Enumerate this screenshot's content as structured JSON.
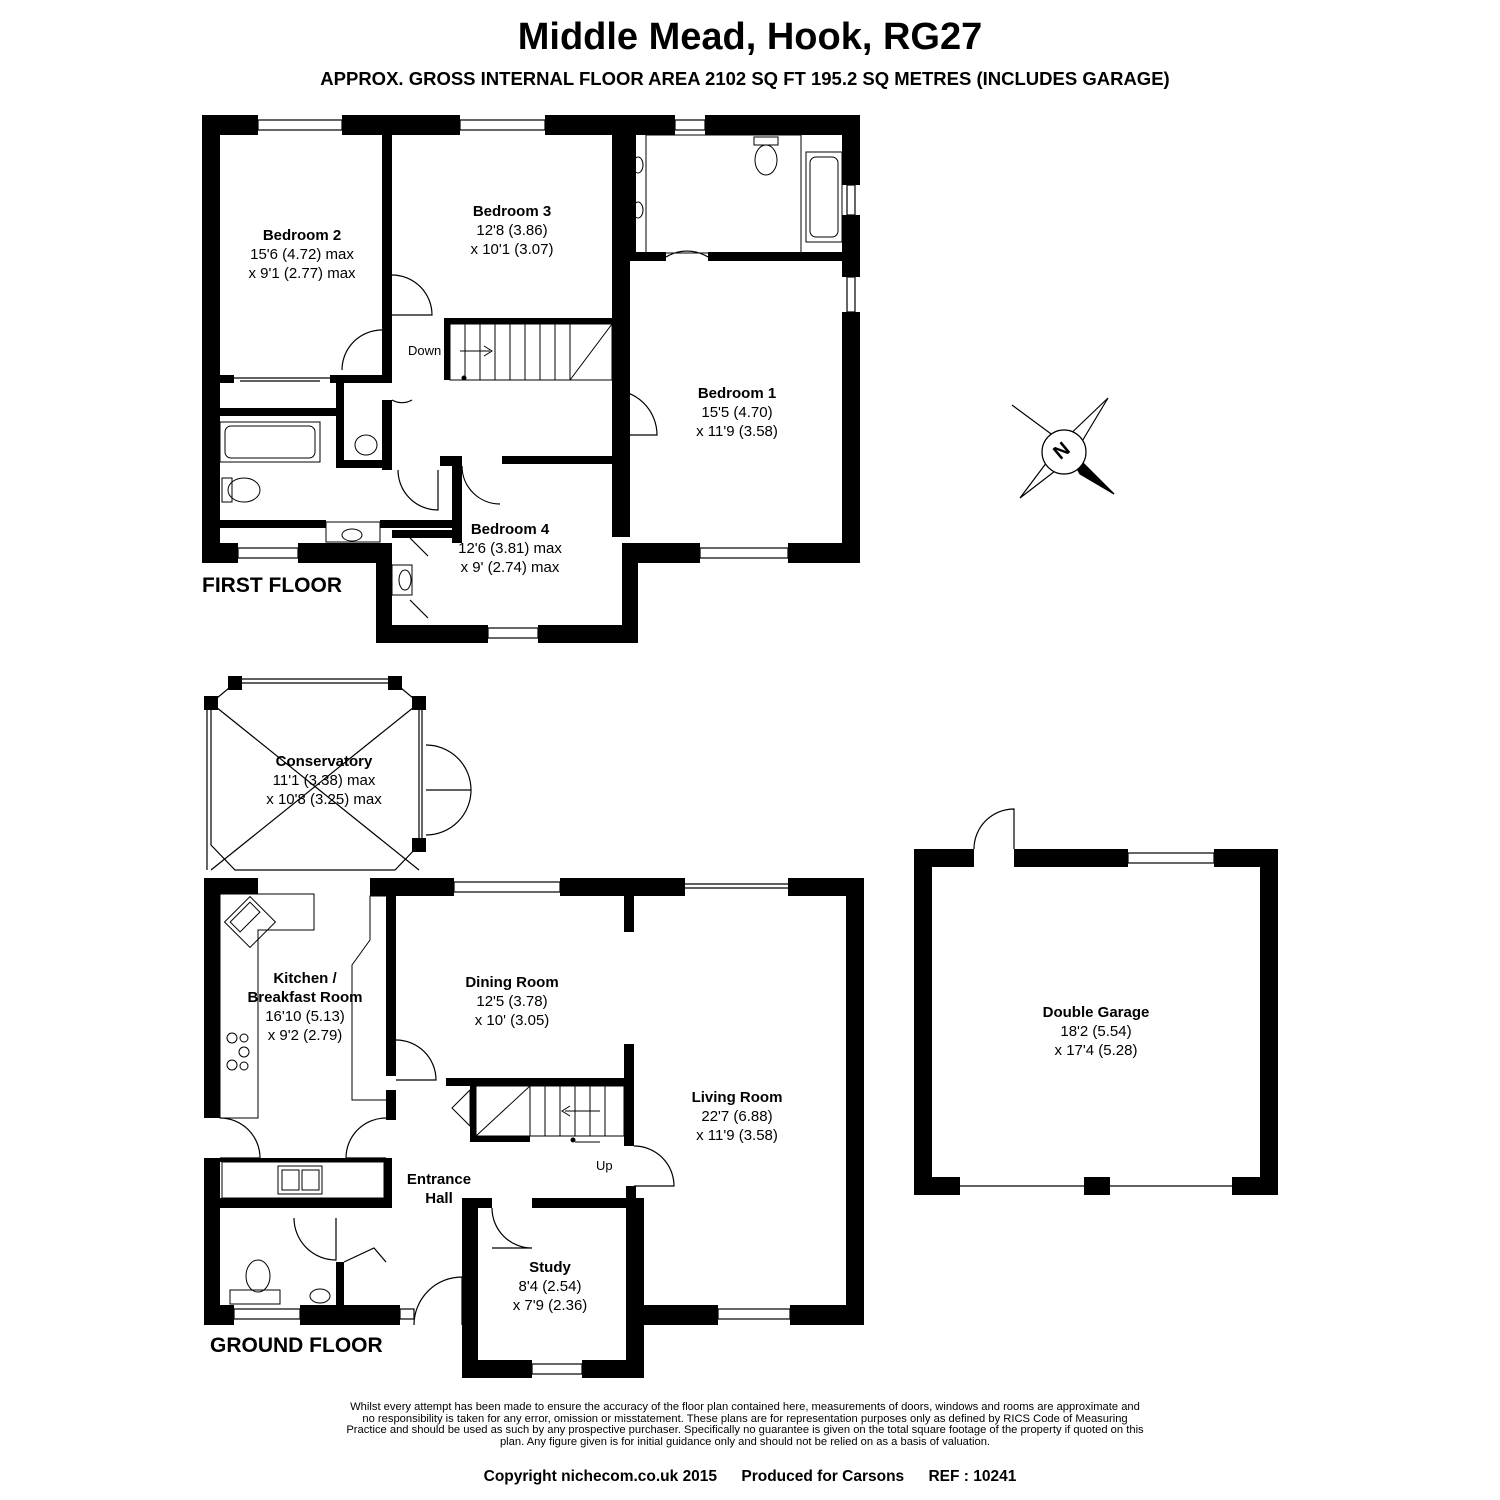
{
  "header": {
    "title": "Middle Mead, Hook, RG27",
    "subtitle": "APPROX. GROSS INTERNAL FLOOR AREA 2102 SQ FT 195.2 SQ METRES (INCLUDES GARAGE)"
  },
  "floors": {
    "first": "FIRST FLOOR",
    "ground": "GROUND FLOOR"
  },
  "rooms": {
    "bedroom2": {
      "name": "Bedroom 2",
      "dim1": "15'6 (4.72) max",
      "dim2": "x 9'1 (2.77) max"
    },
    "bedroom3": {
      "name": "Bedroom 3",
      "dim1": "12'8 (3.86)",
      "dim2": "x 10'1 (3.07)"
    },
    "bedroom1": {
      "name": "Bedroom 1",
      "dim1": "15'5 (4.70)",
      "dim2": "x 11'9 (3.58)"
    },
    "bedroom4": {
      "name": "Bedroom 4",
      "dim1": "12'6 (3.81) max",
      "dim2": "x 9' (2.74) max"
    },
    "conservatory": {
      "name": "Conservatory",
      "dim1": "11'1 (3.38) max",
      "dim2": "x 10'8 (3.25) max"
    },
    "kitchen": {
      "name1": "Kitchen /",
      "name2": "Breakfast Room",
      "dim1": "16'10 (5.13)",
      "dim2": "x 9'2 (2.79)"
    },
    "dining": {
      "name": "Dining Room",
      "dim1": "12'5 (3.78)",
      "dim2": "x 10' (3.05)"
    },
    "living": {
      "name": "Living Room",
      "dim1": "22'7 (6.88)",
      "dim2": "x 11'9 (3.58)"
    },
    "hall": {
      "name1": "Entrance",
      "name2": "Hall"
    },
    "study": {
      "name": "Study",
      "dim1": "8'4 (2.54)",
      "dim2": "x 7'9 (2.36)"
    },
    "garage": {
      "name": "Double Garage",
      "dim1": "18'2 (5.54)",
      "dim2": "x 17'4 (5.28)"
    }
  },
  "stairs": {
    "down": "Down",
    "up": "Up"
  },
  "compass": {
    "letter": "N"
  },
  "footer": {
    "disclaimer": "Whilst every attempt has been made to ensure the accuracy of the floor plan contained here, measurements of doors, windows and rooms are approximate and no responsibility is taken for any error, omission or misstatement. These plans are for representation purposes only as defined by RICS Code of Measuring Practice and should be used as such by any prospective purchaser. Specifically no guarantee is given on the total square footage of the property if quoted on this plan. Any figure given is for initial guidance only and should not be relied on as a basis of valuation.",
    "copyright": "Copyright nichecom.co.uk 2015",
    "produced": "Produced for Carsons",
    "ref": "REF : 10241"
  },
  "colors": {
    "wall": "#000000",
    "line": "#555555",
    "background": "#ffffff"
  }
}
